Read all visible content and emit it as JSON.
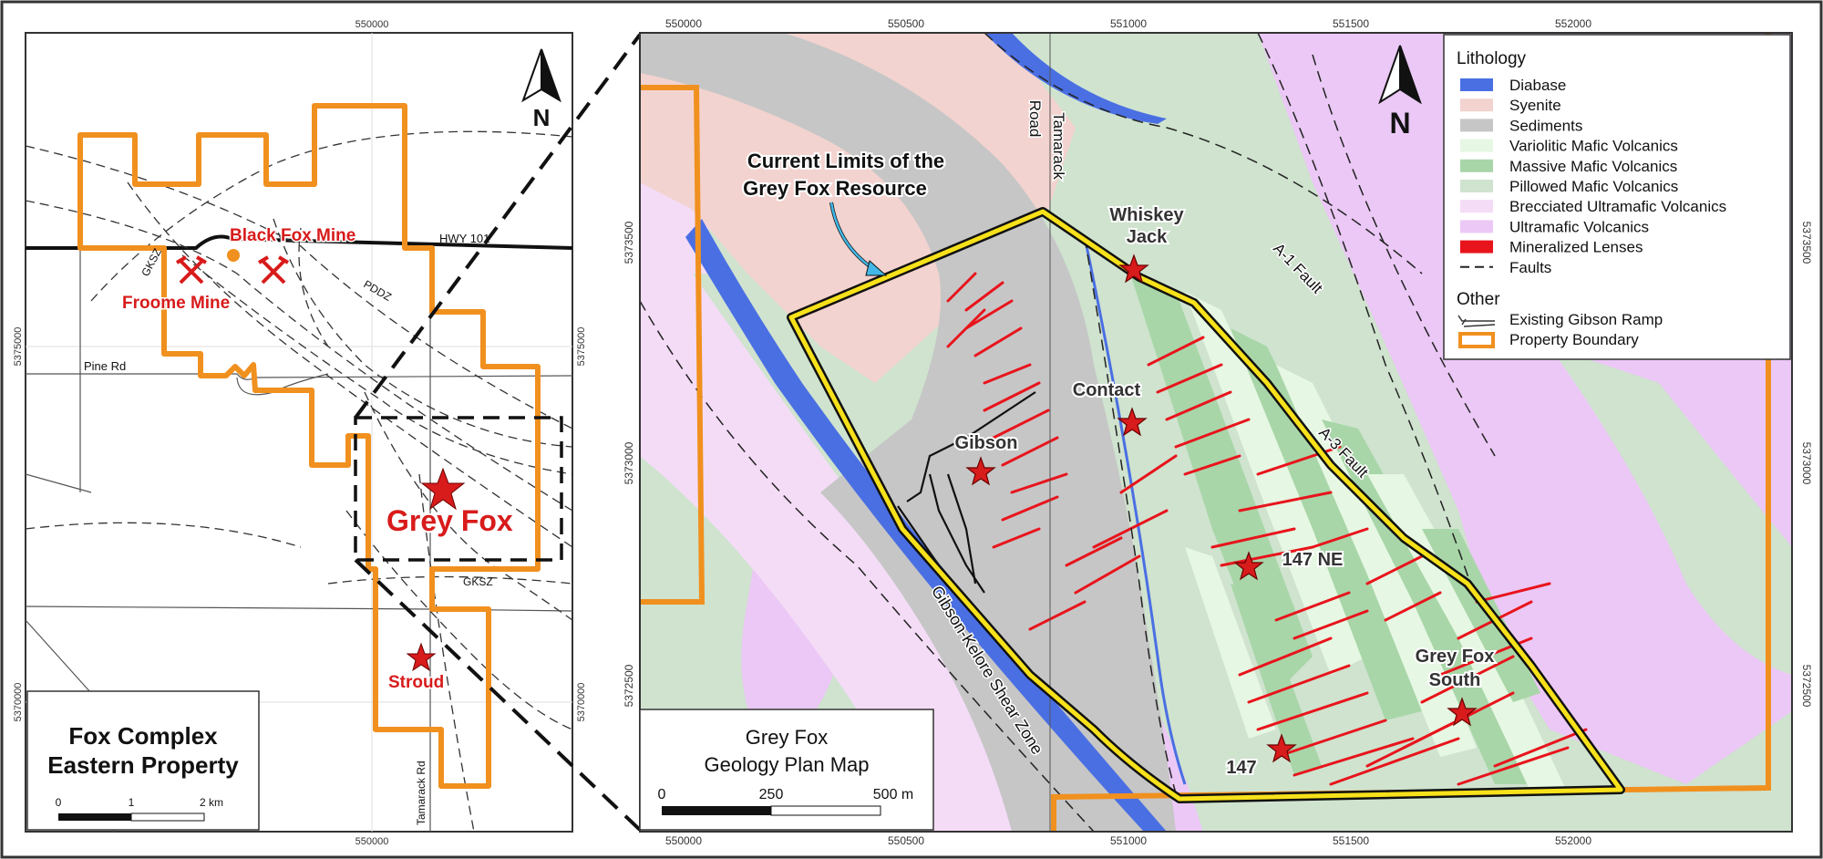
{
  "left_map": {
    "coord_top": "550000",
    "coord_left_upper": "5375000",
    "coord_left_lower": "5370000",
    "coord_right_upper": "5375000",
    "coord_right_lower": "5370000",
    "coord_bottom": "550000",
    "north": "N",
    "roads": {
      "hwy": "HWY 101",
      "pine": "Pine Rd",
      "tamarack": "Tamarack Rd"
    },
    "faults": {
      "gksz_upper": "GKSZ",
      "pddz": "PDDZ",
      "gksz_lower": "GKSZ"
    },
    "labels": {
      "black_fox": "Black Fox Mine",
      "froome": "Froome Mine",
      "grey_fox": "Grey Fox",
      "stroud": "Stroud"
    },
    "title_box": {
      "line1": "Fox Complex",
      "line2": "Eastern Property",
      "scale": [
        "0",
        "1",
        "2 km"
      ]
    }
  },
  "right_map": {
    "coords_top": [
      "550000",
      "550500",
      "551000",
      "551500",
      "552000"
    ],
    "coords_bottom": [
      "550000",
      "550500",
      "551000",
      "551500",
      "552000"
    ],
    "coords_left": [
      "5373500",
      "5373000",
      "5372500"
    ],
    "coords_right": [
      "5373500",
      "5373000",
      "5372500"
    ],
    "north": "N",
    "road_word1": "Road",
    "road_word2": "Tamarack",
    "callout_line1": "Current Limits of the",
    "callout_line2": "Grey Fox Resource",
    "fault_a1": "A-1 Fault",
    "fault_a3": "A-3 Fault",
    "shear_zone": "Gibson-Kelore Shear Zone",
    "deposits": {
      "whiskey1": "Whiskey",
      "whiskey2": "Jack",
      "contact": "Contact",
      "gibson": "Gibson",
      "ne147": "147 NE",
      "gfs1": "Grey Fox",
      "gfs2": "South",
      "d147": "147"
    },
    "title_box": {
      "line1": "Grey Fox",
      "line2": "Geology Plan Map",
      "scale": [
        "0",
        "250",
        "500 m"
      ]
    }
  },
  "legend": {
    "title": "Lithology",
    "items": [
      {
        "label": "Diabase",
        "color": "#4a6fe3"
      },
      {
        "label": "Syenite",
        "color": "#f3d3cf"
      },
      {
        "label": "Sediments",
        "color": "#c6c6c6"
      },
      {
        "label": "Variolitic Mafic Volcanics",
        "color": "#e6f7e3"
      },
      {
        "label": "Massive Mafic Volcanics",
        "color": "#a8d6a8"
      },
      {
        "label": "Pillowed Mafic Volcanics",
        "color": "#cfe3cf"
      },
      {
        "label": "Brecciated Ultramafic Volcanics",
        "color": "#f4dcf7"
      },
      {
        "label": "Ultramafic Volcanics",
        "color": "#ebc8f5"
      },
      {
        "label": "Mineralized Lenses",
        "color": "#e8141c"
      },
      {
        "label": "Faults",
        "color": "#222222"
      }
    ],
    "other_title": "Other",
    "other": [
      {
        "label": "Existing Gibson Ramp"
      },
      {
        "label": "Property Boundary",
        "color": "#f0901e"
      }
    ]
  }
}
